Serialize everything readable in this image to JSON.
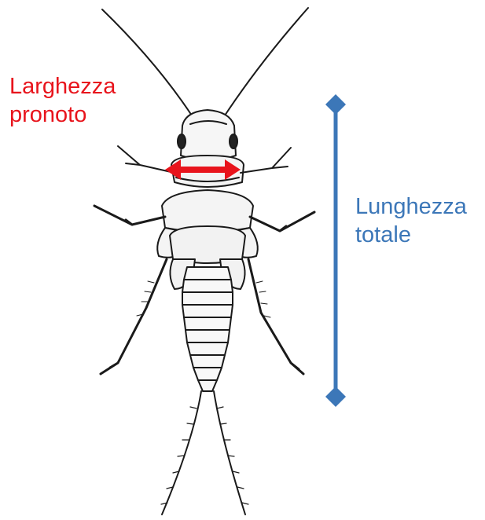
{
  "annotations": {
    "pronotum_width": {
      "lines": [
        "Larghezza",
        "pronoto"
      ],
      "color": "#e8141c"
    },
    "total_length": {
      "lines": [
        "Lunghezza",
        "totale"
      ],
      "color": "#3c77b8"
    }
  },
  "illustration": {
    "subject": "stonefly nymph (Plecoptera), dorsal view",
    "ink_color": "#1a1a1a"
  }
}
